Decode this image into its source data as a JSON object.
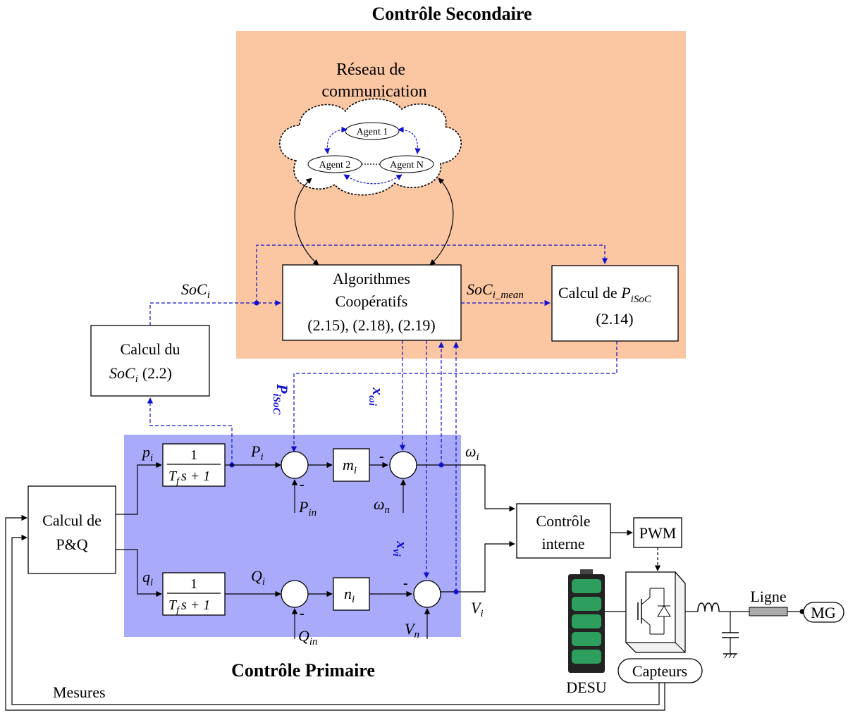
{
  "titles": {
    "secondary": "Contrôle Secondaire",
    "primary": "Contrôle Primaire"
  },
  "cloud": {
    "label_line1": "Réseau de",
    "label_line2": "communication",
    "agents": [
      "Agent 1",
      "Agent 2",
      "Agent N"
    ]
  },
  "blocks": {
    "algo": [
      "Algorithmes",
      "Coopératifs",
      "(2.15), (2.18), (2.19)"
    ],
    "pisoc": {
      "line1": "Calcul de ",
      "var": "P",
      "sub": "iSoC",
      "line2": "(2.14)"
    },
    "soc": {
      "line1": "Calcul du",
      "var": "SoC",
      "sub": "i",
      "eq": "(2.2)"
    },
    "pq": [
      "Calcul de",
      "P&Q"
    ],
    "filter_num": "1",
    "filter_den": {
      "T": "T",
      "f": "f",
      "rest": "s + 1"
    },
    "m": {
      "var": "m",
      "sub": "i"
    },
    "n": {
      "var": "n",
      "sub": "i"
    },
    "controle_interne": [
      "Contrôle",
      "interne"
    ],
    "pwm": "PWM",
    "capteurs": "Capteurs",
    "mg": "MG"
  },
  "signals": {
    "soc_i": {
      "var": "SoC",
      "sub": "i"
    },
    "soc_mean": {
      "var": "SoC",
      "sub": "i_mean"
    },
    "p_isoc": {
      "var": "P",
      "sub": "iSoC"
    },
    "x_omega": {
      "var": "x",
      "sub": "ωi"
    },
    "x_v": {
      "var": "x",
      "sub": "vi"
    },
    "p_i": {
      "var": "p",
      "sub": "i"
    },
    "q_i": {
      "var": "q",
      "sub": "i"
    },
    "P_i": {
      "var": "P",
      "sub": "i"
    },
    "Q_i": {
      "var": "Q",
      "sub": "i"
    },
    "P_in": {
      "var": "P",
      "sub": "in"
    },
    "Q_in": {
      "var": "Q",
      "sub": "in"
    },
    "omega_n": {
      "var": "ω",
      "sub": "n"
    },
    "V_n": {
      "var": "V",
      "sub": "n"
    },
    "omega_i": {
      "var": "ω",
      "sub": "i"
    },
    "V_i": {
      "var": "V",
      "sub": "i"
    },
    "minus": "-"
  },
  "labels": {
    "desu": "DESU",
    "ligne": "Ligne",
    "mesures": "Mesures"
  },
  "colors": {
    "secondary_bg": "#fbc6a2",
    "primary_bg": "#a9aaf9",
    "comm_link": "#1010d0",
    "battery": "#2e9e5e"
  }
}
